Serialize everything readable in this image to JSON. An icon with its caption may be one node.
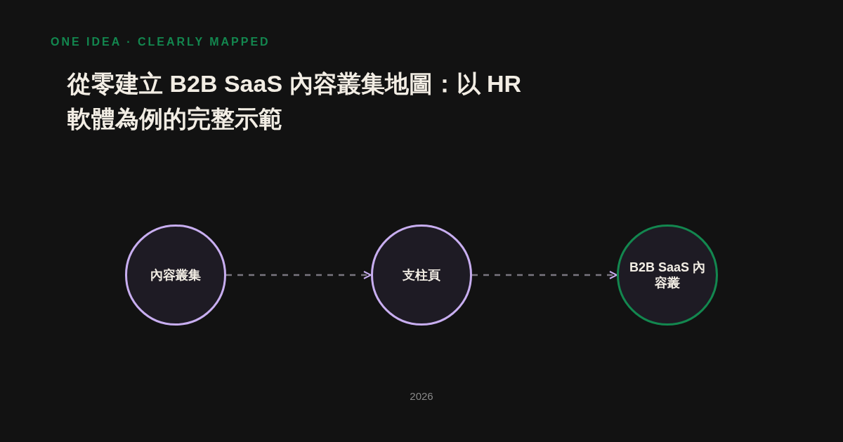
{
  "diagram": {
    "title": "從零建立 B2B SaaS 內容叢集地圖：以 HR 軟體為例的完整示範",
    "nodes": [
      {
        "text": [
          "內容叢集"
        ]
      },
      {
        "text": [
          "支柱頁"
        ]
      },
      {
        "text": [
          "B2B SaaS 內容叢"
        ]
      }
    ],
    "edges": [
      {
        "from": 0,
        "to": 1,
        "arrow": "to",
        "style": "dashed"
      },
      {
        "from": 1,
        "to": 2,
        "arrow": "to",
        "style": "dashed"
      }
    ],
    "labels": [
      "ONE IDEA · CLEARLY MAPPED",
      "2026"
    ]
  }
}
